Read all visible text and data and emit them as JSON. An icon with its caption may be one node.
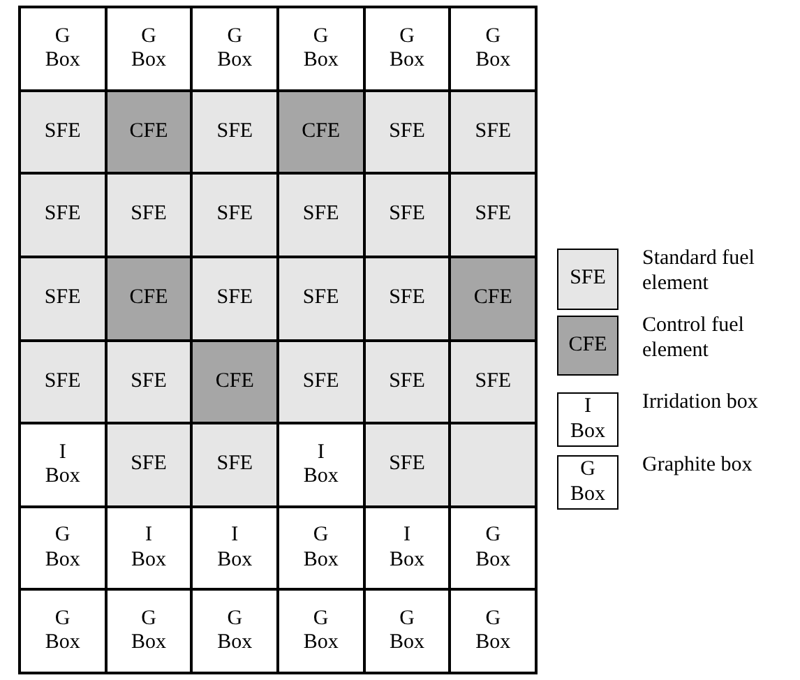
{
  "diagram": {
    "nodes": [
      {
        "text": [
          "G Box"
        ]
      },
      {
        "text": [
          "G Box"
        ]
      },
      {
        "text": [
          "G Box"
        ]
      },
      {
        "text": [
          "G Box"
        ]
      },
      {
        "text": [
          "G Box"
        ]
      },
      {
        "text": [
          "G Box"
        ]
      },
      {
        "text": [
          "SFE"
        ]
      },
      {
        "text": [
          "CFE"
        ]
      },
      {
        "text": [
          "SFE"
        ]
      },
      {
        "text": [
          "CFE"
        ]
      },
      {
        "text": [
          "SFE"
        ]
      },
      {
        "text": [
          "SFE"
        ]
      },
      {
        "text": [
          "SFE"
        ]
      },
      {
        "text": [
          "SFE"
        ]
      },
      {
        "text": [
          "SFE"
        ]
      },
      {
        "text": [
          "SFE"
        ]
      },
      {
        "text": [
          "SFE"
        ]
      },
      {
        "text": [
          "SFE"
        ]
      },
      {
        "text": [
          "SFE"
        ]
      },
      {
        "text": [
          "CFE"
        ]
      },
      {
        "text": [
          "SFE"
        ]
      },
      {
        "text": [
          "SFE"
        ]
      },
      {
        "text": [
          "SFE"
        ]
      },
      {
        "text": [
          "CFE"
        ]
      },
      {
        "text": [
          "SFE"
        ]
      },
      {
        "text": [
          "SFE"
        ]
      },
      {
        "text": [
          "CFE"
        ]
      },
      {
        "text": [
          "SFE"
        ]
      },
      {
        "text": [
          "SFE"
        ]
      },
      {
        "text": [
          "SFE"
        ]
      },
      {
        "text": [
          "I Box"
        ]
      },
      {
        "text": [
          "SFE"
        ]
      },
      {
        "text": [
          "SFE"
        ]
      },
      {
        "text": [
          "I Box"
        ]
      },
      {
        "text": [
          "SFE"
        ]
      },
      {
        "text": [],
        "shape": "box"
      },
      {
        "text": [
          "G Box"
        ]
      },
      {
        "text": [
          "I Box"
        ]
      },
      {
        "text": [
          "I Box"
        ]
      },
      {
        "text": [
          "G Box"
        ]
      },
      {
        "text": [
          "I Box"
        ]
      },
      {
        "text": [
          "G Box"
        ]
      },
      {
        "text": [
          "G Box"
        ]
      },
      {
        "text": [
          "G Box"
        ]
      },
      {
        "text": [
          "G Box"
        ]
      },
      {
        "text": [
          "G Box"
        ]
      },
      {
        "text": [
          "G Box"
        ]
      },
      {
        "text": [
          "G Box"
        ]
      },
      {
        "text": [
          "SFE"
        ],
        "beside": [
          "Standard fuel element"
        ]
      },
      {
        "text": [
          "CFE"
        ],
        "beside": [
          "Control fuel element"
        ]
      },
      {
        "text": [
          "I Box"
        ],
        "beside": [
          "Irridation box"
        ]
      },
      {
        "text": [
          "G Box"
        ],
        "beside": [
          "Graphite box"
        ]
      }
    ]
  }
}
